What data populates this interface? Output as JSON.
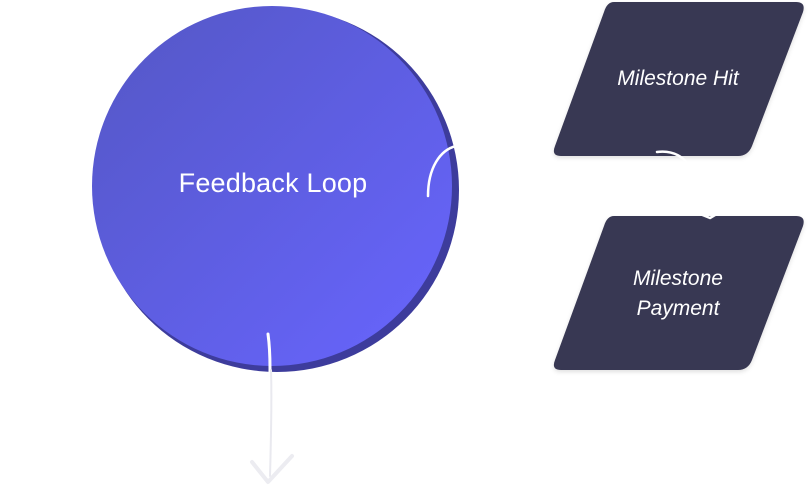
{
  "nodes": {
    "feedback_loop": {
      "label": "Feedback Loop",
      "shape": "circle"
    },
    "milestone_hit": {
      "label": "Milestone Hit",
      "shape": "parallelogram"
    },
    "milestone_payment": {
      "label_line1": "Milestone",
      "label_line2": "Payment",
      "shape": "parallelogram"
    }
  },
  "colors": {
    "circle_fill_start": "#5558c6",
    "circle_fill_end": "#6463ff",
    "circle_shadow": "#3c3b9a",
    "parallelogram_fill": "#393852",
    "connector": "#ffffff",
    "background": "#ffffff"
  }
}
